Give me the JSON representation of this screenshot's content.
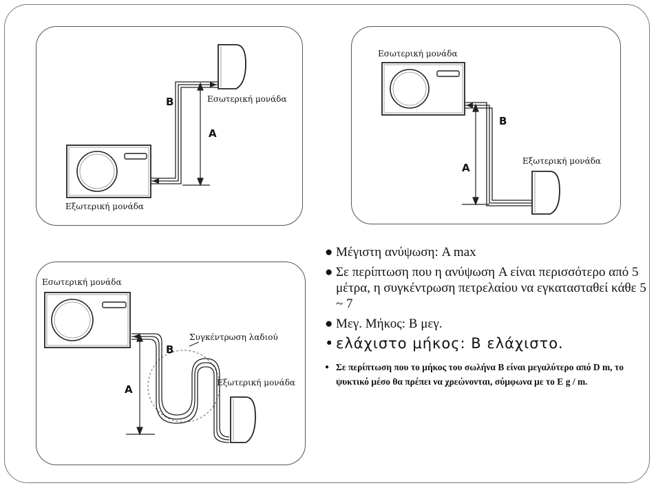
{
  "panels": {
    "top_left": {
      "indoor_label": "Εσωτερική μονάδα",
      "outdoor_label": "Εξωτερική μονάδα",
      "height_letter": "A",
      "length_letter": "B"
    },
    "top_right": {
      "indoor_label": "Εσωτερική μονάδα",
      "outdoor_label": "Εξωτερική μονάδα",
      "height_letter": "A",
      "length_letter": "B"
    },
    "bottom_left": {
      "indoor_label": "Εσωτερική μονάδα",
      "outdoor_label": "Εξωτερική μονάδα",
      "oil_trap_label": "Συγκέντρωση λαδιού",
      "height_letter": "A",
      "length_letter": "B"
    }
  },
  "notes": {
    "bullet": "●",
    "small_bullet": "•",
    "max_elevation": "Μέγιστη ανύψωση: A max",
    "oil_trap_note": "Σε περίπτωση που η ανύψωση A είναι περισσότερο από 5 μέτρα, η συγκέντρωση πετρελαίου να εγκατασταθεί κάθε 5 ~ 7",
    "max_length": "Μεγ. Μήκος: B μεγ.",
    "min_length": "ελάχιστο μήκος: B ελάχιστο.",
    "refrigerant_note": "Σε περίπτωση που το μήκος του σωλήνα B είναι μεγαλύτερο από D m, το ψυκτικό μέσο θα πρέπει να χρεώνονται, σύμφωνα με το E g / m."
  }
}
